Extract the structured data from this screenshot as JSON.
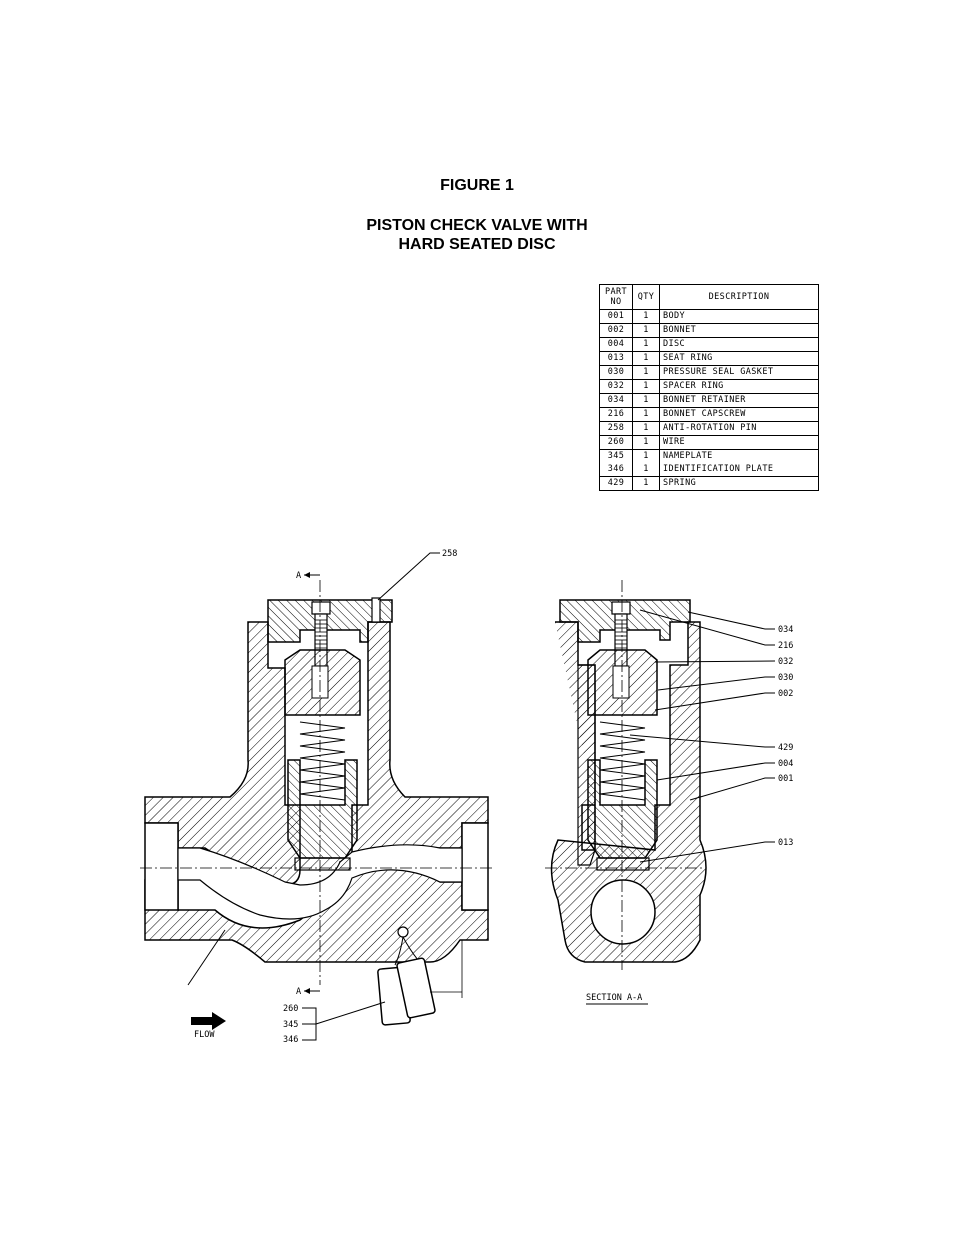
{
  "figure_label": "FIGURE 1",
  "title_line1": "PISTON CHECK VALVE WITH",
  "title_line2": "HARD SEATED DISC",
  "table": {
    "headers": {
      "part_no_l1": "PART",
      "part_no_l2": "NO",
      "qty": "QTY",
      "description": "DESCRIPTION"
    },
    "rows": [
      {
        "part": "001",
        "qty": "1",
        "desc": "BODY"
      },
      {
        "part": "002",
        "qty": "1",
        "desc": "BONNET"
      },
      {
        "part": "004",
        "qty": "1",
        "desc": "DISC"
      },
      {
        "part": "013",
        "qty": "1",
        "desc": "SEAT RING"
      },
      {
        "part": "030",
        "qty": "1",
        "desc": "PRESSURE SEAL GASKET"
      },
      {
        "part": "032",
        "qty": "1",
        "desc": "SPACER RING"
      },
      {
        "part": "034",
        "qty": "1",
        "desc": "BONNET RETAINER"
      },
      {
        "part": "216",
        "qty": "1",
        "desc": "BONNET CAPSCREW"
      },
      {
        "part": "258",
        "qty": "1",
        "desc": "ANTI-ROTATION PIN"
      },
      {
        "part": "260",
        "qty": "1",
        "desc": "WIRE"
      },
      {
        "part": "345",
        "qty": "1",
        "desc": "NAMEPLATE"
      },
      {
        "part": "346",
        "qty": "1",
        "desc": "IDENTIFICATION PLATE"
      },
      {
        "part": "429",
        "qty": "1",
        "desc": "SPRING"
      }
    ]
  },
  "callouts": {
    "c258": "258",
    "c034": "034",
    "c216": "216",
    "c032": "032",
    "c030": "030",
    "c002": "002",
    "c429": "429",
    "c004": "004",
    "c001": "001",
    "c013": "013",
    "c260": "260",
    "c345": "345",
    "c346": "346"
  },
  "section_marker": "A",
  "section_label": "SECTION A-A",
  "flow_label": "FLOW"
}
